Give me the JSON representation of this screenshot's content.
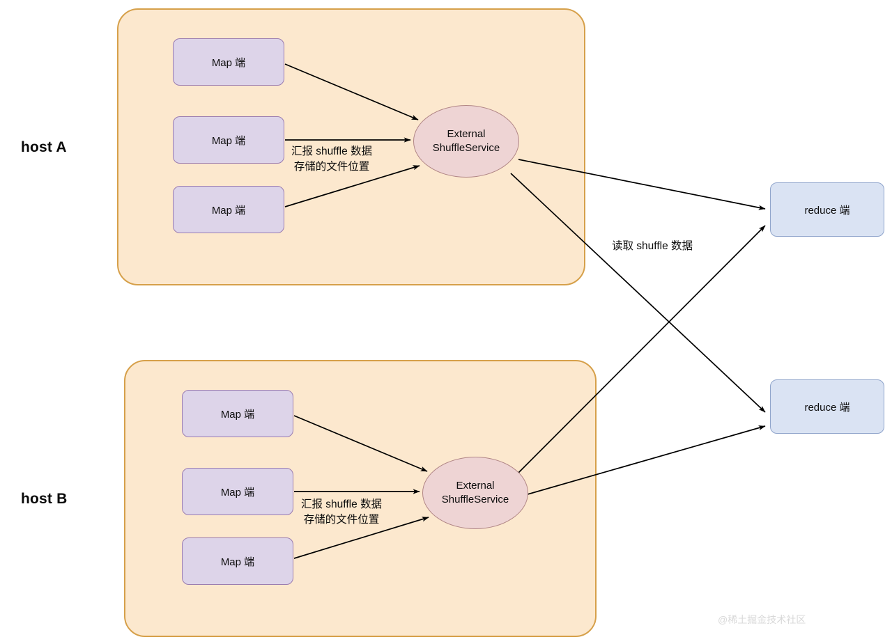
{
  "diagram": {
    "title": "Spark External Shuffle Service architecture",
    "background": "#ffffff",
    "colors": {
      "host_panel_fill": "#fce8ce",
      "host_panel_border": "#d6a04a",
      "map_fill": "#ddd4e9",
      "map_border": "#9a7cb0",
      "ess_fill": "#eed4d4",
      "ess_border": "#b08585",
      "reduce_fill": "#dae3f3",
      "reduce_border": "#8fa4cb",
      "edge_stroke": "#000000",
      "text": "#0d0d0d",
      "watermark": "#d8d8d8"
    }
  },
  "hosts": [
    {
      "id": "host-a",
      "label": "host A",
      "map_nodes": [
        {
          "label": "Map 端"
        },
        {
          "label": "Map 端"
        },
        {
          "label": "Map 端"
        }
      ],
      "shuffle_service": {
        "line1": "External",
        "line2": "ShuffleService"
      },
      "report_label": {
        "line1": "汇报 shuffle 数据",
        "line2": "存储的文件位置"
      }
    },
    {
      "id": "host-b",
      "label": "host B",
      "map_nodes": [
        {
          "label": "Map 端"
        },
        {
          "label": "Map 端"
        },
        {
          "label": "Map 端"
        }
      ],
      "shuffle_service": {
        "line1": "External",
        "line2": "ShuffleService"
      },
      "report_label": {
        "line1": "汇报 shuffle 数据",
        "line2": "存储的文件位置"
      }
    }
  ],
  "reducers": [
    {
      "id": "reduce-1",
      "label": "reduce 端"
    },
    {
      "id": "reduce-2",
      "label": "reduce 端"
    }
  ],
  "read_label": "读取 shuffle 数据",
  "watermark": "@稀土掘金技术社区"
}
